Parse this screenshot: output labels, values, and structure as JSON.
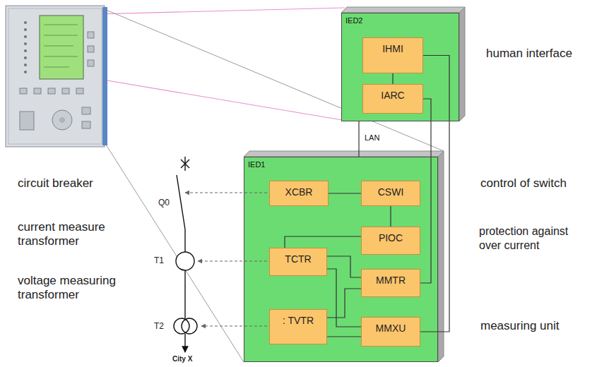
{
  "diagram": {
    "nodes": [
      {
        "text": [
          "IED2"
        ]
      },
      {
        "text": [
          "IHMI"
        ],
        "in": 0
      },
      {
        "text": [
          "IARC"
        ],
        "in": 0
      },
      {
        "text": [
          "IED1"
        ]
      },
      {
        "text": [
          "XCBR"
        ],
        "in": 3
      },
      {
        "text": [
          "CSWI"
        ],
        "in": 3
      },
      {
        "text": [
          "PIOC"
        ],
        "in": 3
      },
      {
        "text": [
          "TCTR"
        ],
        "in": 3
      },
      {
        "text": [
          "MMTR"
        ],
        "in": 3
      },
      {
        "text": [
          ": TVTR"
        ],
        "in": 3
      },
      {
        "text": [
          "MMXU"
        ],
        "in": 3
      }
    ],
    "edges": [
      {
        "from": 1,
        "to": 2,
        "arrow": "none"
      },
      {
        "from": 0,
        "to": 3,
        "arrow": "none",
        "label": "LAN"
      },
      {
        "from": 4,
        "to": 5,
        "arrow": "none"
      },
      {
        "from": 5,
        "to": 6,
        "arrow": "none"
      },
      {
        "from": 7,
        "to": 6,
        "arrow": "none"
      },
      {
        "from": 7,
        "to": 8,
        "arrow": "none"
      },
      {
        "from": 7,
        "to": 10,
        "arrow": "none"
      },
      {
        "from": 9,
        "to": 8,
        "arrow": "none"
      },
      {
        "from": 9,
        "to": 10,
        "arrow": "none"
      },
      {
        "from": 2,
        "to": 8,
        "arrow": "none"
      },
      {
        "from": 1,
        "to": 10,
        "arrow": "none"
      }
    ],
    "labels": [
      "human interface",
      "circuit breaker",
      "control of switch",
      "current measure transformer",
      "protection against over current",
      "voltage measuring transformer",
      "measuring unit",
      "Q0",
      "T1",
      "T2",
      "City X"
    ]
  }
}
